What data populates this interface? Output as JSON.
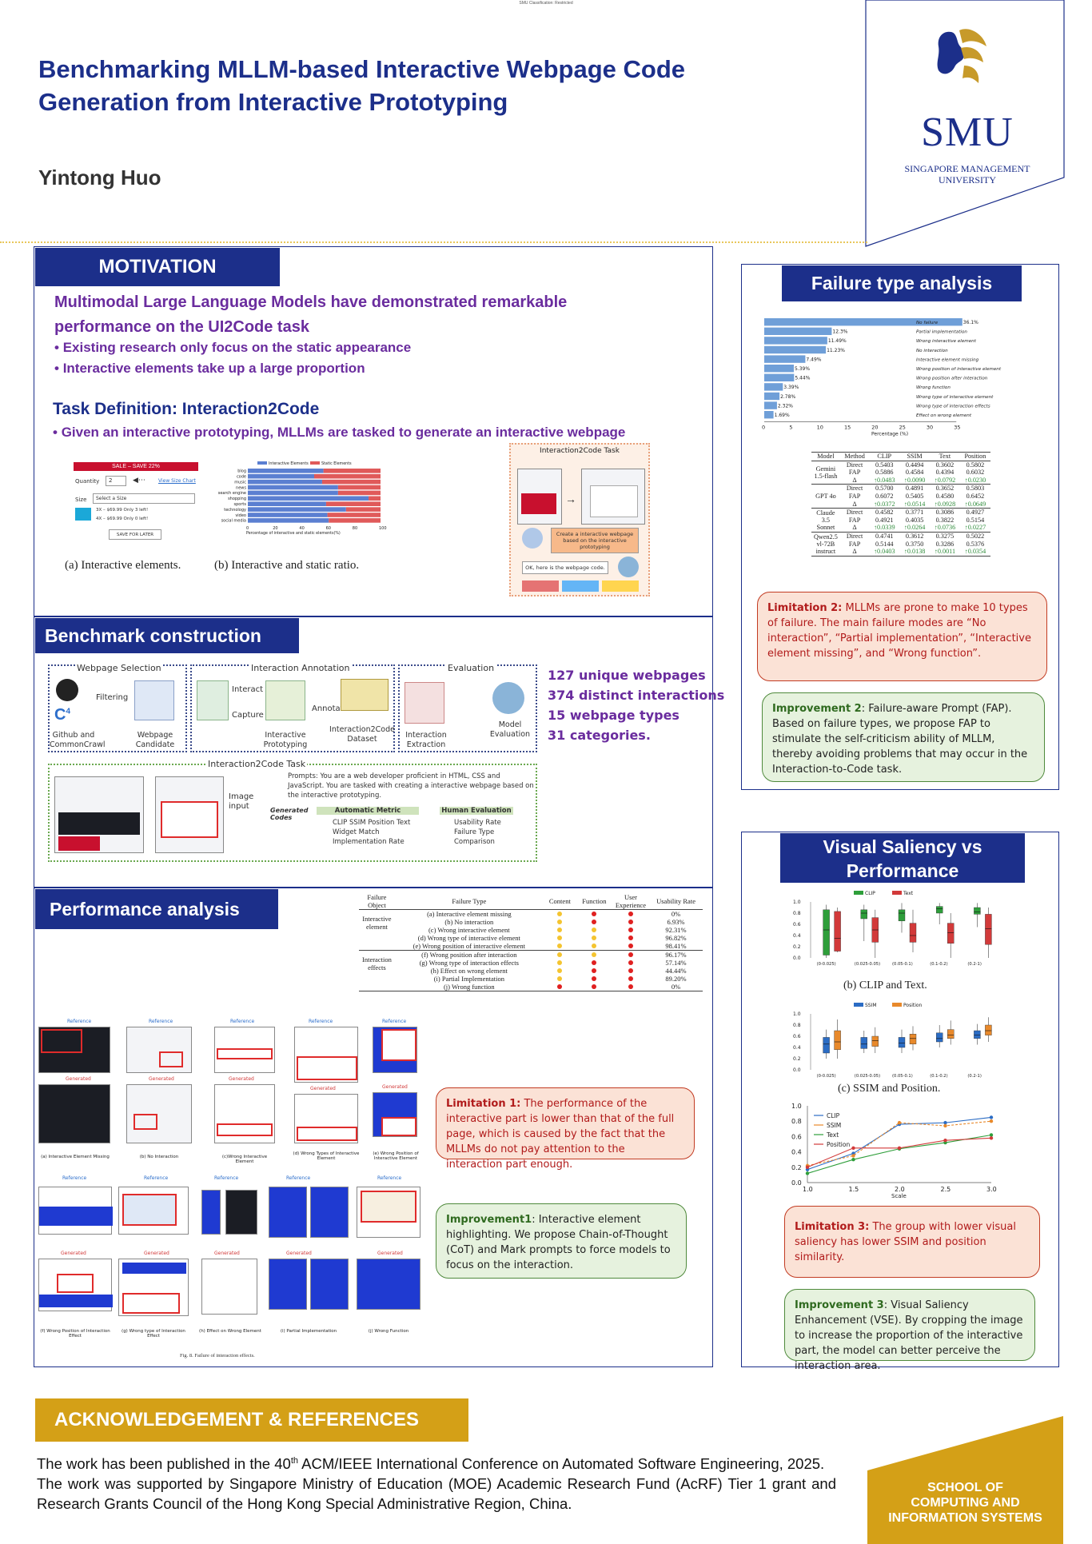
{
  "header": {
    "classification": "SMU Classification: Restricted",
    "title": "Benchmarking MLLM-based Interactive Webpage Code Generation from Interactive Prototyping",
    "author": "Yintong Huo",
    "logo_name": "SMU",
    "logo_sub_line1": "SINGAPORE MANAGEMENT",
    "logo_sub_line2": "UNIVERSITY"
  },
  "motivation": {
    "heading": "MOTIVATION",
    "lead": "Multimodal Large Language Models have demonstrated remarkable performance on the UI2Code task",
    "bullets": [
      "Existing research only focus on the static appearance",
      "Interactive elements take up a large proportion"
    ],
    "task_title": "Task Definition: Interaction2Code",
    "task_bullet": "Given an interactive prototyping, MLLMs are tasked to generate an interactive webpage",
    "caption_a": "(a) Interactive elements.",
    "caption_b": "(b) Interactive and static ratio.",
    "fig_a": {
      "sale": "SALE – SAVE 22%",
      "quantity": "Quantity",
      "qty_val": "2",
      "view_size": "View Size Chart",
      "size": "Size",
      "select_size": "Select a Size",
      "opt1": "3X – $69.99 Only 3 left!",
      "opt2": "4X – $69.99 Only 0 left!",
      "save_later": "SAVE FOR LATER"
    },
    "fig_b": {
      "legend_interactive": "Interactive Elements",
      "legend_static": "Static Elements",
      "xlabel": "Percentage of interactive and static elements(%)",
      "ticks": [
        "0",
        "20",
        "40",
        "60",
        "80",
        "100"
      ],
      "categories": [
        "blog",
        "code",
        "music",
        "news",
        "search engine",
        "shopping",
        "sports",
        "technology",
        "video",
        "social media"
      ]
    },
    "fig_task": {
      "title": "Interaction2Code Task",
      "bubble1": "Create a interactive webpage based on the interactive prototyping",
      "bubble2": "OK, here is the webpage code."
    }
  },
  "benchmark": {
    "heading": "Benchmark construction",
    "stats": [
      "127 unique webpages",
      "374 distinct interactions",
      "15 webpage types",
      "31 categories."
    ],
    "diagram": {
      "webpage_selection": "Webpage Selection",
      "interaction_annotation": "Interaction Annotation",
      "evaluation": "Evaluation",
      "filtering": "Filtering",
      "interact": "Interact",
      "capture": "Capture",
      "annotation": "Annotation",
      "github": "Github and CommonCrawl",
      "webpage_candidate": "Webpage Candidate",
      "interactive_prototyping": "Interactive Prototyping",
      "dataset": "Interaction2Code Dataset",
      "interaction_extraction": "Interaction Extraction",
      "model_evaluation": "Model Evaluation",
      "task_title": "Interaction2Code Task",
      "image_input": "Image input",
      "prompts": "Prompts: You are a web developer proficient in HTML, CSS and JavaScript. You are tasked with creating a interactive webpage based on the interactive prototyping.",
      "generated_codes": "Generated Codes",
      "automatic_metric": "Automatic Metric",
      "metric_list": "CLIP  SSIM  Position  Text  Widget Match  Implementation Rate",
      "human_evaluation": "Human Evaluation",
      "human_list": "Usability Rate  Failure Type  Comparison"
    }
  },
  "performance": {
    "heading": "Performance analysis",
    "table_headers": [
      "Failure Object",
      "Failure Type",
      "Content",
      "Function",
      "User Experience",
      "Usability Rate"
    ],
    "groups": [
      {
        "object": "Interactive element",
        "rows": [
          {
            "type": "(a) Interactive element missing",
            "rate": "0%"
          },
          {
            "type": "(b) No interaction",
            "rate": "6.93%"
          },
          {
            "type": "(c) Wrong interactive element",
            "rate": "92.31%"
          },
          {
            "type": "(d) Wrong type of interactive element",
            "rate": "96.82%"
          },
          {
            "type": "(e) Wrong position of interactive element",
            "rate": "98.41%"
          }
        ]
      },
      {
        "object": "Interaction effects",
        "rows": [
          {
            "type": "(f) Wrong position after interaction",
            "rate": "96.17%"
          },
          {
            "type": "(g) Wrong type of interaction effects",
            "rate": "57.14%"
          },
          {
            "type": "(h) Effect on wrong element",
            "rate": "44.44%"
          },
          {
            "type": "(i) Partial Implementation",
            "rate": "89.20%"
          },
          {
            "type": "(j) Wrong function",
            "rate": "0%"
          }
        ]
      }
    ],
    "limitation1_key": "Limitation 1:",
    "limitation1_text": " The performance of the interactive part is lower than that of the full page, which is caused by the fact that the MLLMs do not pay attention to the interaction part enough.",
    "improvement1_key": "Improvement1",
    "improvement1_text": ": Interactive element highlighting.  We propose Chain-of-Thought (CoT) and Mark prompts to force models to focus on the interaction.",
    "ref_label": "Reference",
    "gen_label": "Generated",
    "row1_captions": [
      "(a) Interactive Element Missing",
      "(b) No Interaction",
      "(c)Wrong Interactive Element",
      "(d) Wrong Types of Interactive Element",
      "(e) Wrong Position of Interactive Element"
    ],
    "row2_captions": [
      "(f) Wrong Position of Interaction Effect",
      "(g) Wrong type of Interaction Effect",
      "(h) Effect on Wrong Element",
      "(i) Partial Implementation",
      "(j) Wrong Function"
    ],
    "fig_caption": "Fig. 8.  Failure of interaction effects."
  },
  "failure": {
    "heading": "Failure type analysis",
    "chart_labels": [
      "No failure",
      "Partial implementation",
      "Wrong interactive element",
      "No interaction",
      "Interactive element missing",
      "Wrong position of interactive element",
      "Wrong position after interaction",
      "Wrong function",
      "Wrong type of interactive element",
      "Wrong type of interaction effects",
      "Effect on wrong element"
    ],
    "chart_value_labels": [
      "36.1%",
      "12.3%",
      "11.49%",
      "11.23%",
      "7.49%",
      "5.39%",
      "5.44%",
      "3.39%",
      "2.78%",
      "2.32%",
      "1.69%"
    ],
    "chart_xlabel": "Percentage (%)",
    "chart_ticks": [
      "0",
      "5",
      "10",
      "15",
      "20",
      "25",
      "30",
      "35"
    ],
    "table_headers": [
      "Model",
      "Method",
      "CLIP",
      "SSIM",
      "Text",
      "Position"
    ],
    "table_rows": [
      {
        "model": "Gemini 1.5-flash",
        "rows": [
          [
            "Direct",
            "0.5403",
            "0.4494",
            "0.3602",
            "0.5802"
          ],
          [
            "FAP",
            "0.5886",
            "0.4584",
            "0.4394",
            "0.6032"
          ],
          [
            "Δ",
            "↑0.0483",
            "↑0.0090",
            "↑0.0792",
            "↑0.0230"
          ]
        ]
      },
      {
        "model": "GPT 4o",
        "rows": [
          [
            "Direct",
            "0.5700",
            "0.4891",
            "0.3652",
            "0.5803"
          ],
          [
            "FAP",
            "0.6072",
            "0.5405",
            "0.4580",
            "0.6452"
          ],
          [
            "Δ",
            "↑0.0372",
            "↑0.0514",
            "↑0.0928",
            "↑0.0649"
          ]
        ]
      },
      {
        "model": "Claude 3.5 Sonnet",
        "rows": [
          [
            "Direct",
            "0.4582",
            "0.3771",
            "0.3086",
            "0.4927"
          ],
          [
            "FAP",
            "0.4921",
            "0.4035",
            "0.3822",
            "0.5154"
          ],
          [
            "Δ",
            "↑0.0339",
            "↑0.0264",
            "↑0.0736",
            "↑0.0227"
          ]
        ]
      },
      {
        "model": "Qwen2.5 vl-72B instruct",
        "rows": [
          [
            "Direct",
            "0.4741",
            "0.3612",
            "0.3275",
            "0.5022"
          ],
          [
            "FAP",
            "0.5144",
            "0.3750",
            "0.3286",
            "0.5376"
          ],
          [
            "Δ",
            "↑0.0403",
            "↑0.0138",
            "↑0.0011",
            "↑0.0354"
          ]
        ]
      }
    ],
    "limitation2_key": "Limitation 2:",
    "limitation2_text": " MLLMs are prone to make 10 types of failure. The main failure modes are “No interaction”, “Partial implementation”, “Interactive element missing”, and “Wrong function”.",
    "improvement2_key": "Improvement 2",
    "improvement2_text": ": Failure-aware Prompt (FAP). Based on failure types, we propose FAP to stimulate the self-criticism ability of MLLM, thereby avoiding problems that may occur in the Interaction-to-Code task."
  },
  "saliency": {
    "heading_line1": "Visual Saliency vs",
    "heading_line2": "Performance",
    "legend_clip": "CLIP",
    "legend_text": "Text",
    "legend_ssim": "SSIM",
    "legend_position": "Position",
    "bins": [
      "(0-0.025)",
      "(0.025-0.05)",
      "(0.05-0.1)",
      "(0.1-0.2)",
      "(0.2-1)"
    ],
    "yticks": [
      "1.0",
      "0.8",
      "0.6",
      "0.4",
      "0.2",
      "0.0"
    ],
    "caption_b": "(b) CLIP and Text.",
    "caption_c": "(c) SSIM and Position.",
    "line_xlabel": "Scale",
    "line_xticks": [
      "1.0",
      "1.5",
      "2.0",
      "2.5",
      "3.0"
    ],
    "limitation3_key": "Limitation 3:",
    "limitation3_text": " The group with lower visual saliency has lower SSIM and position similarity.",
    "improvement3_key": "Improvement 3",
    "improvement3_text": ": Visual Saliency Enhancement (VSE). By cropping the image to increase the proportion of the interactive part, the model can better perceive the interaction area."
  },
  "chart_data": [
    {
      "type": "bar",
      "title": "",
      "orientation": "horizontal",
      "categories": [
        "No failure",
        "Partial implementation",
        "Wrong interactive element",
        "No interaction",
        "Interactive element missing",
        "Wrong position of interactive element",
        "Wrong position after interaction",
        "Wrong function",
        "Wrong type of interactive element",
        "Wrong type of interaction effects",
        "Effect on wrong element"
      ],
      "values": [
        36.1,
        12.3,
        11.49,
        11.23,
        7.49,
        5.39,
        5.44,
        3.39,
        2.78,
        2.32,
        1.69
      ],
      "xlabel": "Percentage (%)",
      "xlim": [
        0,
        35
      ]
    },
    {
      "type": "bar",
      "title": "",
      "orientation": "horizontal",
      "categories": [
        "blog",
        "code",
        "music",
        "news",
        "search engine",
        "shopping",
        "sports",
        "technology",
        "video",
        "social media"
      ],
      "series": [
        {
          "name": "Interactive Elements",
          "values": [
            57,
            50,
            56,
            68,
            68,
            91,
            59,
            74,
            60,
            61
          ]
        },
        {
          "name": "Static Elements",
          "values": [
            43,
            50,
            44,
            32,
            32,
            9,
            41,
            26,
            40,
            39
          ]
        }
      ],
      "xlabel": "Percentage of interactive and static elements(%)",
      "xlim": [
        0,
        100
      ],
      "stacked": true
    },
    {
      "type": "line",
      "title": "",
      "x": [
        1.0,
        1.5,
        2.0,
        2.5,
        3.0
      ],
      "series": [
        {
          "name": "CLIP",
          "values": [
            0.17,
            0.38,
            0.76,
            0.78,
            0.85
          ]
        },
        {
          "name": "SSIM",
          "values": [
            0.22,
            0.35,
            0.78,
            0.74,
            0.8
          ]
        },
        {
          "name": "Text",
          "values": [
            0.12,
            0.3,
            0.44,
            0.52,
            0.62
          ]
        },
        {
          "name": "Position",
          "values": [
            0.2,
            0.45,
            0.45,
            0.55,
            0.58
          ]
        }
      ],
      "xlabel": "Scale",
      "ylim": [
        0,
        1.0
      ]
    }
  ],
  "footer": {
    "ack_heading": "ACKNOWLEDGEMENT & REFERENCES",
    "ack_1a": "The work has been published in the 40",
    "ack_1sup": "th",
    "ack_1b": " ACM/IEEE International Conference on Automated Software Engineering, 2025.",
    "ack_2": "The work was supported by Singapore Ministry of Education (MOE) Academic Research Fund (AcRF) Tier 1 grant and Research Grants Council of the Hong Kong Special Administrative Region, China.",
    "school_line1": "SCHOOL OF",
    "school_line2": "COMPUTING AND",
    "school_line3": "INFORMATION SYSTEMS"
  },
  "colors": {
    "navy": "#1c2f8a",
    "purple": "#6a2c9e",
    "gold": "#d4a017",
    "limitation_red": "#b11b1b",
    "improvement_green": "#2f6a1f",
    "clip_green": "#2e9e3a",
    "text_red": "#d23a3a",
    "ssim_blue": "#2b6cc4",
    "position_orange": "#e8892b"
  }
}
